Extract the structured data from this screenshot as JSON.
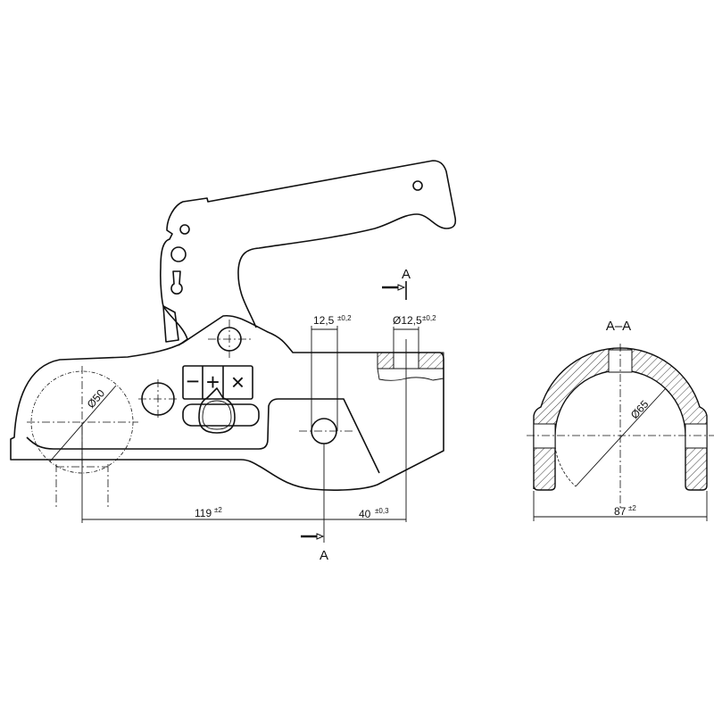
{
  "drawing": {
    "section_marker": "A",
    "section_title": "A–A",
    "dimensions": {
      "ball_diameter": "Ø50",
      "slot_width": "12,5",
      "slot_tol": "±0,2",
      "hole_diameter": "Ø12,5",
      "hole_tol": "±0,2",
      "length_main": "119",
      "length_main_tol": "±2",
      "length_offset": "40",
      "length_offset_tol": "±0,3",
      "section_diameter": "Ø65",
      "section_width": "87",
      "section_width_tol": "±2"
    },
    "indicator_symbols": [
      "−",
      "+",
      "×"
    ]
  }
}
